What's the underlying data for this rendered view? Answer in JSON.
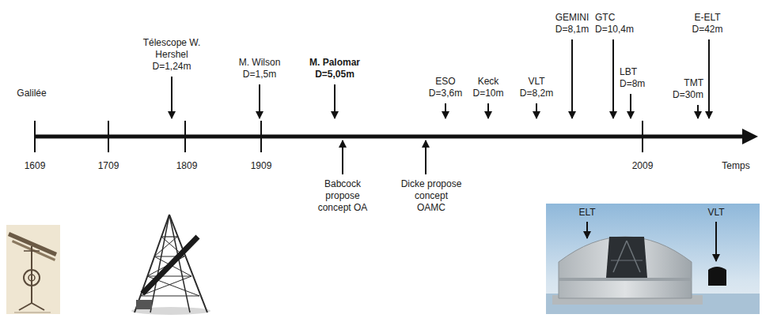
{
  "diagram": {
    "labels": [
      "Galilée",
      "Télescope W. Hershel",
      "D=1,24m",
      "M. Wilson",
      "D=1,5m",
      "M. Palomar",
      "D=5,05m",
      "ESO",
      "D=3,6m",
      "Keck",
      "D=10m",
      "VLT",
      "D=8,2m",
      "GEMINI",
      "D=8,1m",
      "GTC",
      "D=10,4m",
      "LBT",
      "D=8m",
      "TMT",
      "D=30m",
      "E-ELT",
      "D=42m",
      "1609",
      "1709",
      "1809",
      "1909",
      "2009",
      "Temps",
      "Babcock propose concept OA",
      "Dicke propose concept OAMC",
      "ELT",
      "VLT"
    ]
  }
}
